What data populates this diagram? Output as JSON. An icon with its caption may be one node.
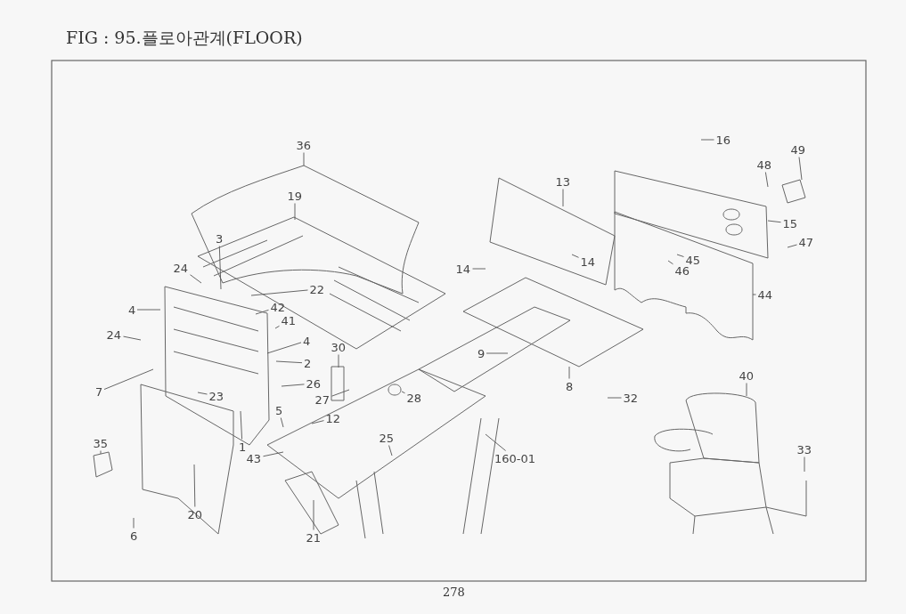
{
  "diagram": {
    "title": "FIG : 95.플로아관계(FLOOR)",
    "nodes": [
      {
        "text": [
          "36"
        ]
      },
      {
        "text": [
          "19"
        ]
      },
      {
        "text": [
          "3"
        ]
      },
      {
        "text": [
          "24"
        ]
      },
      {
        "text": [
          "22"
        ]
      },
      {
        "text": [
          "4"
        ]
      },
      {
        "text": [
          "42"
        ]
      },
      {
        "text": [
          "41"
        ]
      },
      {
        "text": [
          "24"
        ]
      },
      {
        "text": [
          "4"
        ]
      },
      {
        "text": [
          "30"
        ]
      },
      {
        "text": [
          "7"
        ]
      },
      {
        "text": [
          "2"
        ]
      },
      {
        "text": [
          "26"
        ]
      },
      {
        "text": [
          "23"
        ]
      },
      {
        "text": [
          "5"
        ]
      },
      {
        "text": [
          "27"
        ]
      },
      {
        "text": [
          "12"
        ]
      },
      {
        "text": [
          "28"
        ]
      },
      {
        "text": [
          "1"
        ]
      },
      {
        "text": [
          "35"
        ]
      },
      {
        "text": [
          "43"
        ]
      },
      {
        "text": [
          "25"
        ]
      },
      {
        "text": [
          "160-01"
        ]
      },
      {
        "text": [
          "20"
        ]
      },
      {
        "text": [
          "6"
        ]
      },
      {
        "text": [
          "21"
        ]
      },
      {
        "text": [
          "13"
        ]
      },
      {
        "text": [
          "14"
        ]
      },
      {
        "text": [
          "14"
        ]
      },
      {
        "text": [
          "9"
        ]
      },
      {
        "text": [
          "8"
        ]
      },
      {
        "text": [
          "32"
        ]
      },
      {
        "text": [
          "16"
        ]
      },
      {
        "text": [
          "48"
        ]
      },
      {
        "text": [
          "49"
        ]
      },
      {
        "text": [
          "15"
        ]
      },
      {
        "text": [
          "47"
        ]
      },
      {
        "text": [
          "45"
        ]
      },
      {
        "text": [
          "46"
        ]
      },
      {
        "text": [
          "44"
        ]
      },
      {
        "text": [
          "40"
        ]
      },
      {
        "text": [
          "33"
        ]
      }
    ],
    "edges": [
      {
        "from": 0,
        "to": null,
        "arrow": "none"
      },
      {
        "from": 1,
        "to": null,
        "arrow": "none"
      },
      {
        "from": 2,
        "to": null,
        "arrow": "none"
      },
      {
        "from": 3,
        "to": null,
        "arrow": "none"
      },
      {
        "from": 4,
        "to": null,
        "arrow": "none"
      },
      {
        "from": 5,
        "to": null,
        "arrow": "none"
      },
      {
        "from": 6,
        "to": null,
        "arrow": "none"
      },
      {
        "from": 7,
        "to": null,
        "arrow": "none"
      },
      {
        "from": 8,
        "to": null,
        "arrow": "none"
      },
      {
        "from": 9,
        "to": null,
        "arrow": "none"
      },
      {
        "from": 10,
        "to": null,
        "arrow": "none"
      },
      {
        "from": 11,
        "to": null,
        "arrow": "none"
      },
      {
        "from": 12,
        "to": null,
        "arrow": "none"
      },
      {
        "from": 13,
        "to": null,
        "arrow": "none"
      },
      {
        "from": 14,
        "to": null,
        "arrow": "none"
      },
      {
        "from": 15,
        "to": null,
        "arrow": "none"
      },
      {
        "from": 16,
        "to": null,
        "arrow": "none"
      },
      {
        "from": 17,
        "to": null,
        "arrow": "none"
      },
      {
        "from": 18,
        "to": null,
        "arrow": "none"
      },
      {
        "from": 19,
        "to": null,
        "arrow": "none"
      },
      {
        "from": 20,
        "to": null,
        "arrow": "none"
      },
      {
        "from": 21,
        "to": null,
        "arrow": "none"
      },
      {
        "from": 22,
        "to": null,
        "arrow": "none"
      },
      {
        "from": 23,
        "to": null,
        "arrow": "none"
      },
      {
        "from": 24,
        "to": null,
        "arrow": "none"
      },
      {
        "from": 25,
        "to": null,
        "arrow": "none"
      },
      {
        "from": 26,
        "to": null,
        "arrow": "none"
      },
      {
        "from": 27,
        "to": null,
        "arrow": "none"
      },
      {
        "from": 28,
        "to": null,
        "arrow": "none"
      },
      {
        "from": 29,
        "to": null,
        "arrow": "none"
      },
      {
        "from": 30,
        "to": null,
        "arrow": "none"
      },
      {
        "from": 31,
        "to": null,
        "arrow": "none"
      },
      {
        "from": 32,
        "to": null,
        "arrow": "none"
      },
      {
        "from": 33,
        "to": null,
        "arrow": "none"
      },
      {
        "from": 34,
        "to": null,
        "arrow": "none"
      },
      {
        "from": 35,
        "to": null,
        "arrow": "none"
      },
      {
        "from": 36,
        "to": null,
        "arrow": "none"
      },
      {
        "from": 37,
        "to": null,
        "arrow": "none"
      },
      {
        "from": 38,
        "to": null,
        "arrow": "none"
      },
      {
        "from": 39,
        "to": null,
        "arrow": "none"
      },
      {
        "from": 40,
        "to": null,
        "arrow": "none"
      },
      {
        "from": 41,
        "to": null,
        "arrow": "none"
      },
      {
        "from": 42,
        "to": null,
        "arrow": "none"
      }
    ],
    "labels": [
      "278"
    ]
  }
}
